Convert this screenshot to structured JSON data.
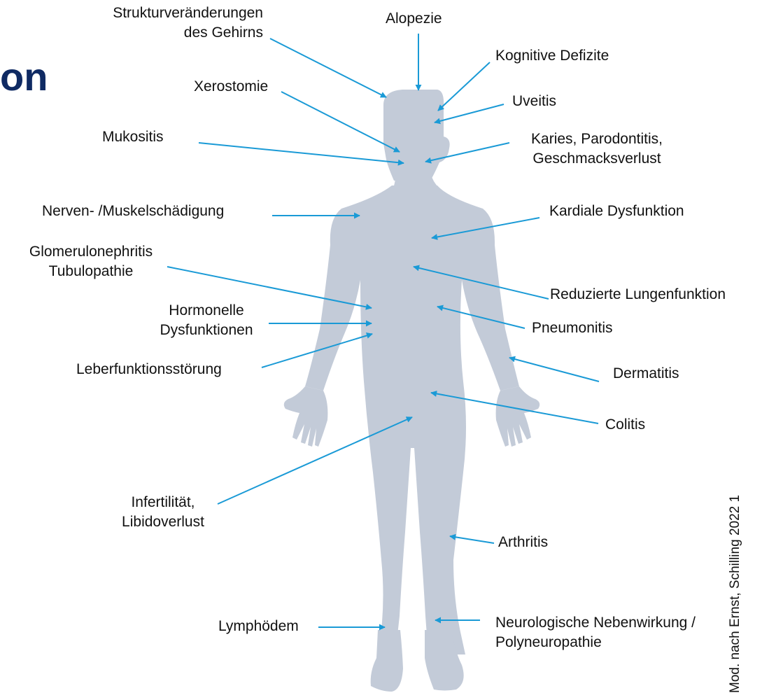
{
  "heading_fragment": "on",
  "citation": "Mod. nach Ernst, Schilling 2022 1",
  "colors": {
    "arrow": "#1a9ad6",
    "body": "#c3cbd8",
    "heading": "#0f2a63",
    "text": "#111111"
  },
  "labels": {
    "strukturveraenderungen_line1": "Strukturveränderungen",
    "strukturveraenderungen_line2": "des Gehirns",
    "alopezie": "Alopezie",
    "kognitive_defizite": "Kognitive Defizite",
    "xerostomie": "Xerostomie",
    "uveitis": "Uveitis",
    "mukositis": "Mukositis",
    "karies_line1": "Karies, Parodontitis,",
    "karies_line2": "Geschmacksverlust",
    "nerven": "Nerven- /Muskelschädigung",
    "kardiale": "Kardiale Dysfunktion",
    "glomerulo_line1": "Glomerulonephritis",
    "glomerulo_line2": "Tubulopathie",
    "reduzierte_lunge": "Reduzierte Lungenfunktion",
    "hormonelle_line1": "Hormonelle",
    "hormonelle_line2": "Dysfunktionen",
    "pneumonitis": "Pneumonitis",
    "leber": "Leberfunktionsstörung",
    "dermatitis": "Dermatitis",
    "colitis": "Colitis",
    "infertilitaet_line1": "Infertilität,",
    "infertilitaet_line2": "Libidoverlust",
    "arthritis": "Arthritis",
    "lymphoedem": "Lymphödem",
    "neuro_line1": "Neurologische Nebenwirkung /",
    "neuro_line2": "Polyneuropathie"
  }
}
